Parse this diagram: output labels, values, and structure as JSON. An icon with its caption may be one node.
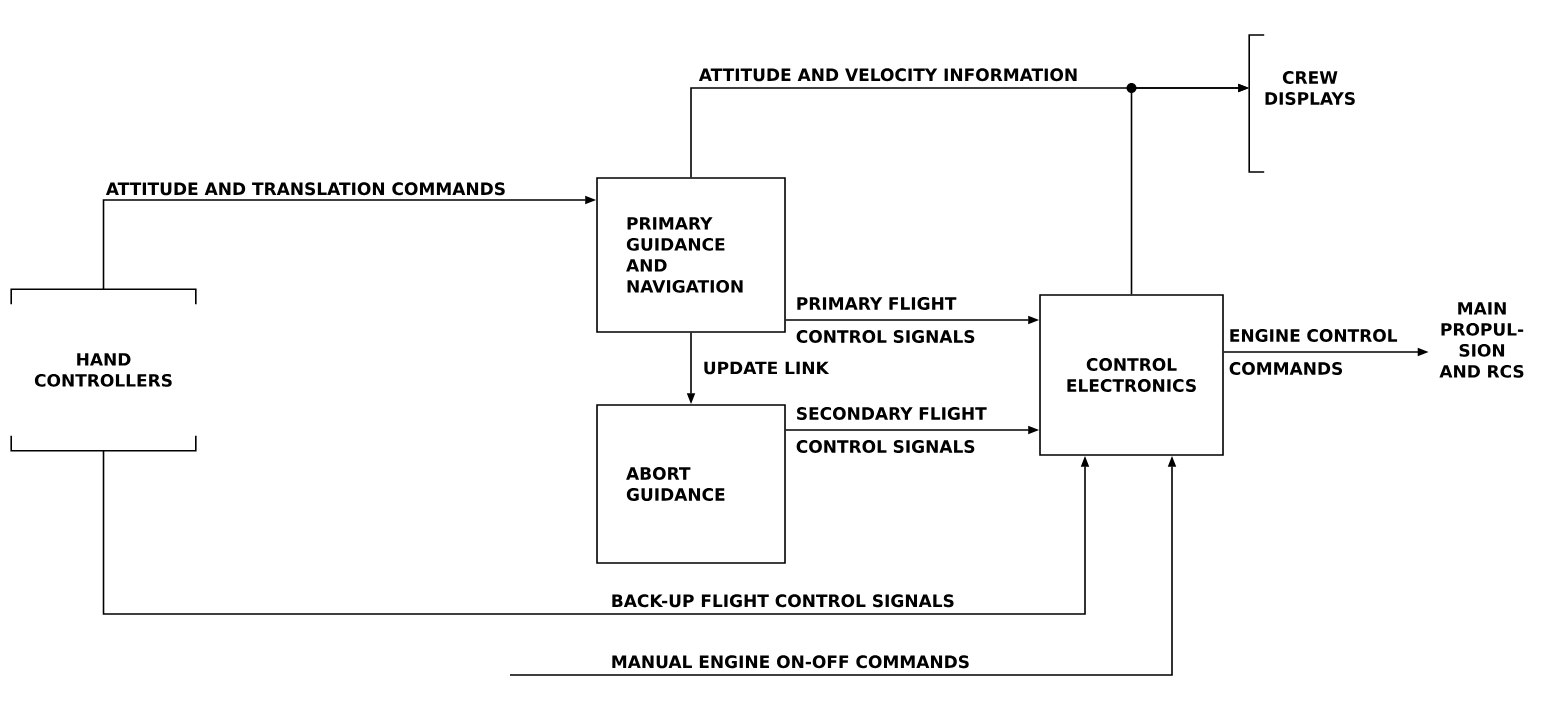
{
  "diagram": {
    "nodes": [
      {
        "text": [
          "HAND CONTROLLERS"
        ]
      },
      {
        "text": [
          "PRIMARY GUIDANCE AND NAVIGATION"
        ]
      },
      {
        "text": [
          "ABORT GUIDANCE"
        ]
      },
      {
        "text": [
          "CONTROL ELECTRONICS"
        ]
      },
      {
        "text": [
          "CREW DISPLAYS"
        ]
      },
      {
        "text": [
          "MAIN PROPUL- SION AND RCS"
        ]
      }
    ],
    "edges": [
      {
        "from": 0,
        "to": 1,
        "arrow": "to",
        "label": "ATTITUDE AND TRANSLATION COMMANDS"
      },
      {
        "from": 1,
        "to": 4,
        "arrow": "to",
        "label": "ATTITUDE AND VELOCITY INFORMATION"
      },
      {
        "from": 3,
        "to": 4,
        "arrow": "to"
      },
      {
        "from": 1,
        "to": 3,
        "arrow": "to",
        "label": "PRIMARY FLIGHT CONTROL SIGNALS"
      },
      {
        "from": 1,
        "to": 2,
        "arrow": "to",
        "label": "UPDATE LINK"
      },
      {
        "from": 2,
        "to": 3,
        "arrow": "to",
        "label": "SECONDARY FLIGHT CONTROL SIGNALS"
      },
      {
        "from": 0,
        "to": 3,
        "arrow": "to",
        "label": "BACK-UP FLIGHT CONTROL SIGNALS"
      },
      {
        "from": 3,
        "to": 5,
        "arrow": "to",
        "label": "ENGINE CONTROL COMMANDS"
      },
      {
        "from": null,
        "to": 3,
        "arrow": "to",
        "label": "MANUAL ENGINE ON-OFF COMMANDS"
      }
    ]
  }
}
